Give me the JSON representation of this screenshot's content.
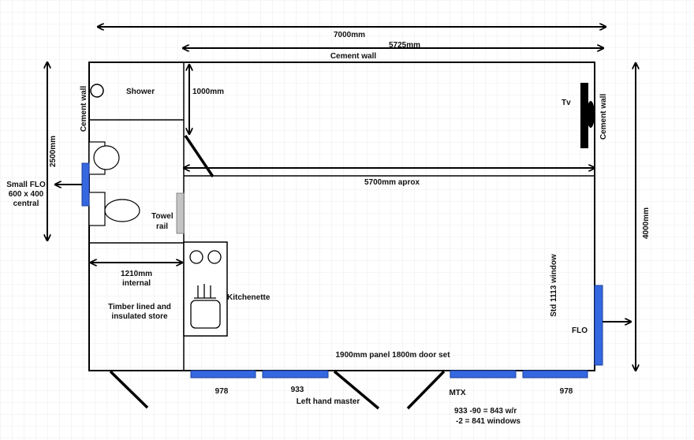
{
  "dimensions": {
    "overall_width": "7000mm",
    "main_room_width": "5725mm",
    "interior_width": "5700mm aprox",
    "depth": "4000mm",
    "bathroom_depth": "2500mm",
    "clearance": "1000mm",
    "store_width": "1210mm",
    "store_width_note": "internal"
  },
  "walls": {
    "top": "Cement wall",
    "left": "Cement wall",
    "right": "Cement wall"
  },
  "rooms": {
    "shower": "Shower",
    "towel_rail": [
      "Towel",
      "rail"
    ],
    "kitchenette": "Kitchenette",
    "store": [
      "Timber lined and",
      "insulated store"
    ],
    "tv": "Tv"
  },
  "windows": {
    "small_flo": [
      "Small FLO",
      "600 x 400",
      "central"
    ],
    "flo": "FLO",
    "std_window": "Std 1113 window",
    "front_left": "978",
    "front_mid": "933",
    "front_right": "978"
  },
  "front": {
    "door_set": "1900mm panel 1800m door set",
    "left_hand_master": "Left hand master",
    "mtx": "MTX",
    "calc": [
      "933 -90 = 843 w/r",
      "-2 = 841 windows"
    ]
  }
}
